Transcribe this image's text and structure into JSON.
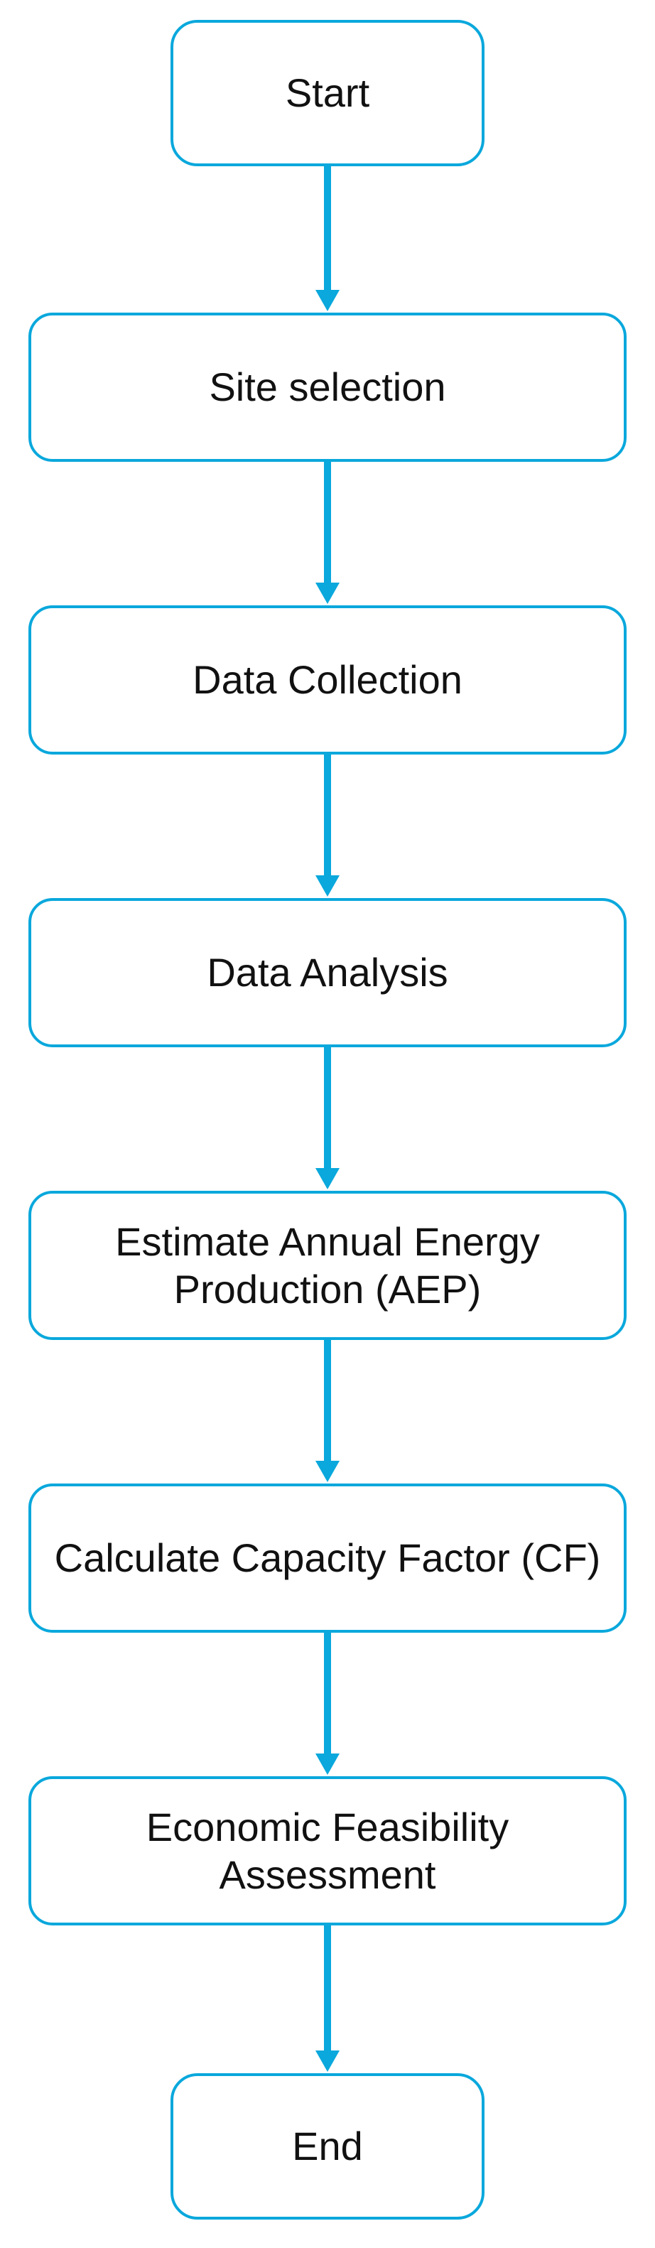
{
  "diagram": {
    "type": "flowchart",
    "colors": {
      "stroke": "#0aa8dc",
      "text": "#111111",
      "fill": "#ffffff"
    },
    "steps": [
      {
        "label": "Start",
        "shape": "terminal"
      },
      {
        "label": "Site selection",
        "shape": "process"
      },
      {
        "label": "Data Collection",
        "shape": "process"
      },
      {
        "label": "Data Analysis",
        "shape": "process"
      },
      {
        "label": "Estimate Annual Energy Production (AEP)",
        "shape": "process"
      },
      {
        "label": "Calculate Capacity Factor (CF)",
        "shape": "process"
      },
      {
        "label": "Economic Feasibility Assessment",
        "shape": "process"
      },
      {
        "label": "End",
        "shape": "terminal"
      }
    ]
  }
}
